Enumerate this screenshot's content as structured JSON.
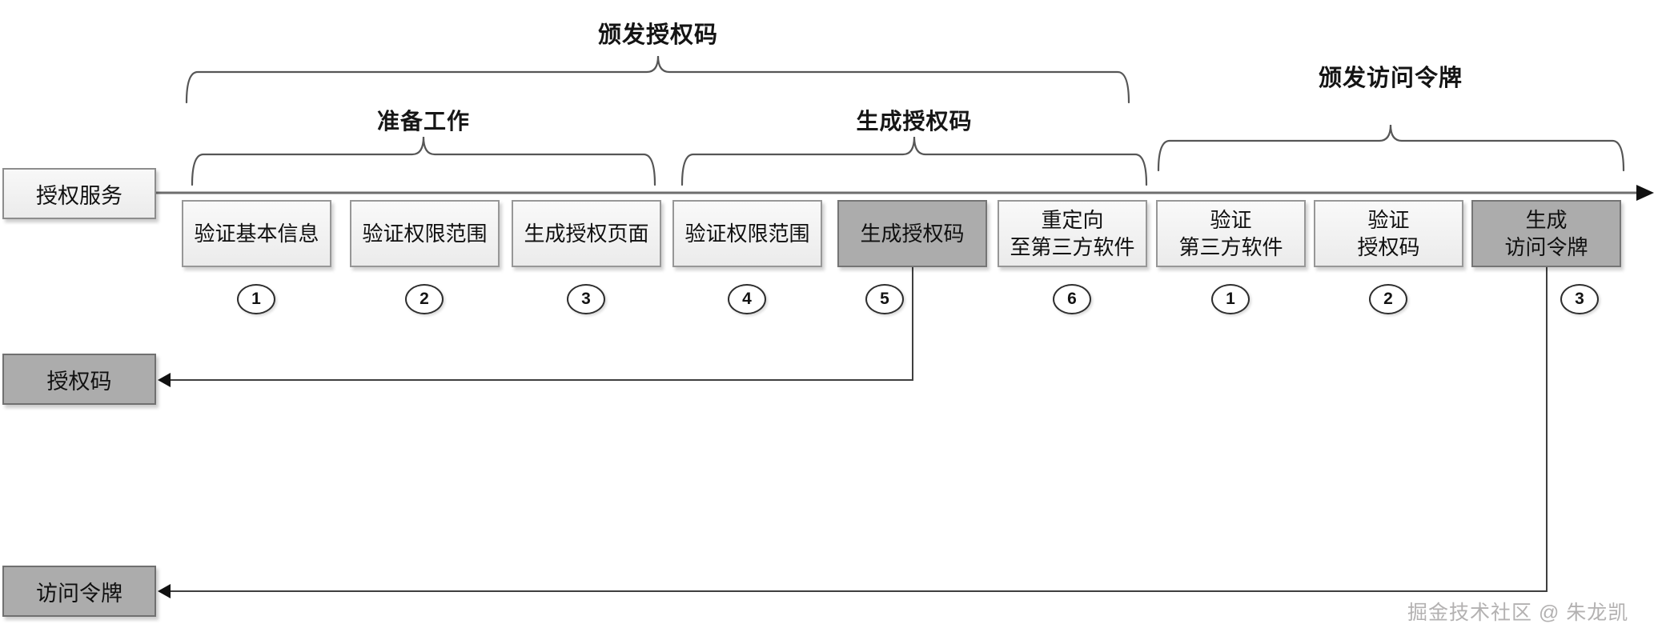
{
  "diagram": {
    "titles": {
      "issue_auth_code": "颁发授权码",
      "issue_access_token": "颁发访问令牌"
    },
    "group_labels": {
      "preparation": "准备工作",
      "generate_code": "生成授权码"
    },
    "lanes": {
      "auth_service": "授权服务",
      "auth_code": "授权码",
      "access_token": "访问令牌"
    },
    "steps": [
      {
        "line1": "验证基本信息",
        "line2": "",
        "number": "1",
        "highlighted": false
      },
      {
        "line1": "验证权限范围",
        "line2": "",
        "number": "2",
        "highlighted": false
      },
      {
        "line1": "生成授权页面",
        "line2": "",
        "number": "3",
        "highlighted": false
      },
      {
        "line1": "验证权限范围",
        "line2": "",
        "number": "4",
        "highlighted": false
      },
      {
        "line1": "生成授权码",
        "line2": "",
        "number": "5",
        "highlighted": true
      },
      {
        "line1": "重定向",
        "line2": "至第三方软件",
        "number": "6",
        "highlighted": false
      },
      {
        "line1": "验证",
        "line2": "第三方软件",
        "number": "1",
        "highlighted": false
      },
      {
        "line1": "验证",
        "line2": "授权码",
        "number": "2",
        "highlighted": false
      },
      {
        "line1": "生成",
        "line2": "访问令牌",
        "number": "3",
        "highlighted": true
      }
    ],
    "watermark": "掘金技术社区 @ 朱龙凯",
    "colors": {
      "highlight_fill": "#acacac",
      "normal_fill": "#f2f2f2",
      "line": "#666666",
      "text": "#111111"
    }
  }
}
